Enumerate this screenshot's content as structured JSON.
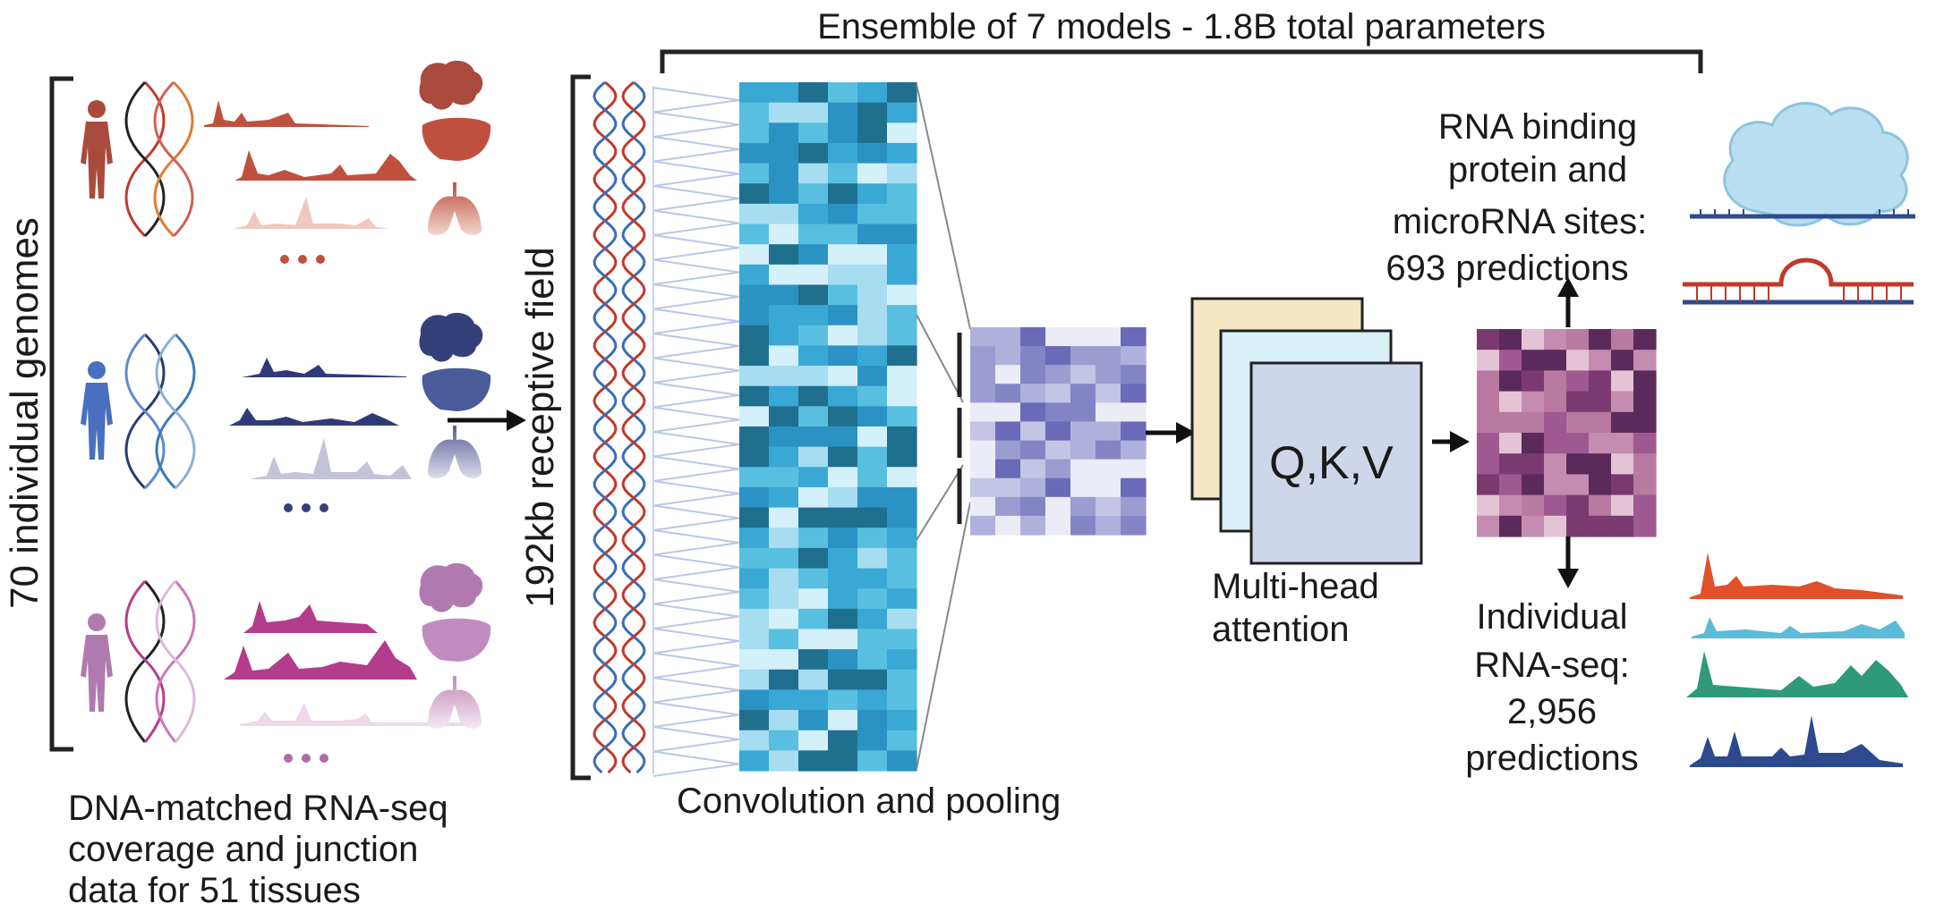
{
  "title": "Ensemble of 7 models - 1.8B  total parameters",
  "genomes_label": "70 individual genomes",
  "receptive_field_label": "192kb receptive field",
  "input_caption": [
    "DNA-matched RNA-seq",
    "coverage and junction",
    "data for 51 tissues"
  ],
  "conv_caption": "Convolution and pooling",
  "attention": {
    "qkv_label": "Q,K,V",
    "caption": [
      "Multi-head",
      "attention"
    ]
  },
  "outputs": {
    "rbp": [
      "RNA binding",
      "protein and",
      "microRNA sites:",
      "693 predictions"
    ],
    "rnaseq": [
      "Individual",
      "RNA-seq:",
      "2,956",
      "predictions"
    ]
  },
  "colors": {
    "individual_1": "#c0503e",
    "individual_2": "#34407a",
    "individual_3": "#b43c8c",
    "dna_red": "#c0392b",
    "dna_blue": "#3a6db5",
    "conv_cells": "#2a93c4",
    "pool_cells": "#6a6ab8",
    "attn_cells": "#7a3a70",
    "track_orange": "#e0502a",
    "track_lightblue": "#5bbbd8",
    "track_green": "#2e9a7a",
    "track_navy": "#2c4a8c"
  },
  "icons": [
    "human-figure-icon",
    "dna-helix-icon",
    "brain-icon",
    "liver-icon",
    "lung-icon",
    "rna-binding-protein-icon",
    "microrna-hairpin-icon"
  ]
}
